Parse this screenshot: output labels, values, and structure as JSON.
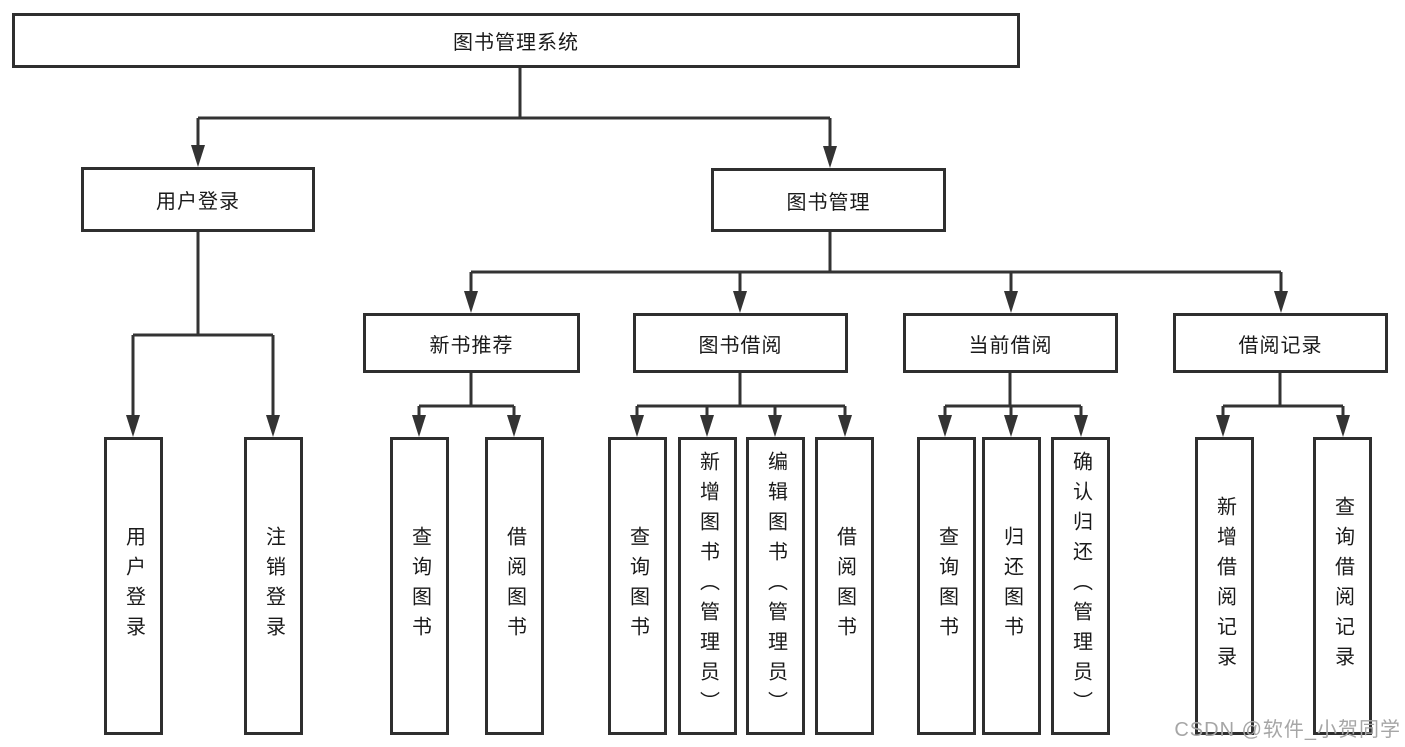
{
  "tree": {
    "root": "图书管理系统",
    "branches": [
      {
        "label": "用户登录",
        "children": [
          "用户登录",
          "注销登录"
        ]
      },
      {
        "label": "图书管理",
        "children": [
          {
            "label": "新书推荐",
            "children": [
              "查询图书",
              "借阅图书"
            ]
          },
          {
            "label": "图书借阅",
            "children": [
              "查询图书",
              "新增图书（管理员）",
              "编辑图书（管理员）",
              "借阅图书"
            ]
          },
          {
            "label": "当前借阅",
            "children": [
              "查询图书",
              "归还图书",
              "确认归还（管理员）"
            ]
          },
          {
            "label": "借阅记录",
            "children": [
              "新增借阅记录",
              "查询借阅记录"
            ]
          }
        ]
      }
    ]
  },
  "watermark": {
    "text": "CSDN @软件_小贺同学"
  },
  "colors": {
    "line": "#333333",
    "border": "#2f2f2f",
    "text": "#1a1a1a",
    "watermark": "#a6a6a6",
    "background": "#ffffff"
  }
}
